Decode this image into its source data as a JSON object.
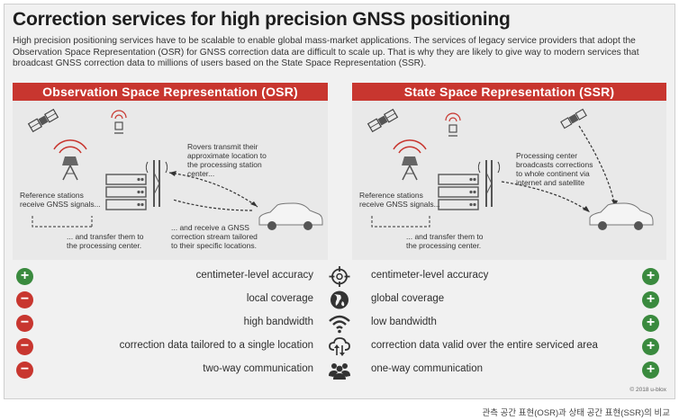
{
  "title": "Correction services for high precision GNSS positioning",
  "intro": "High precision positioning services have to be scalable to enable global mass-market applications. The services of legacy service providers that adopt the Observation Space Representation (OSR) for GNSS correction data are difficult to scale up. That is why they are likely to give way to modern services that broadcast GNSS correction data to millions of users based on the State Space Representation (SSR).",
  "osr": {
    "header": "Observation Space Representation (OSR)",
    "note_rovers": [
      "Rovers transmit their",
      "approximate location to",
      "the processing station",
      "center..."
    ],
    "note_reference": [
      "Reference stations",
      "receive GNSS signals..."
    ],
    "note_transfer": [
      "... and transfer them to",
      "the processing center."
    ],
    "note_receive": [
      "... and receive a GNSS",
      "correction stream tailored",
      "to their specific locations."
    ]
  },
  "ssr": {
    "header": "State Space Representation (SSR)",
    "note_processing": [
      "Processing center",
      "broadcasts corrections",
      "to whole continent via",
      "internet and satellite"
    ],
    "note_reference": [
      "Reference stations",
      "receive GNSS signals..."
    ],
    "note_transfer": [
      "... and transfer them to",
      "the processing center."
    ]
  },
  "comparison": [
    {
      "osr": "centimeter-level accuracy",
      "osr_sign": "+",
      "icon": "crosshair-icon",
      "ssr": "centimeter-level accuracy",
      "ssr_sign": "+"
    },
    {
      "osr": "local coverage",
      "osr_sign": "−",
      "icon": "globe-icon",
      "ssr": "global coverage",
      "ssr_sign": "+"
    },
    {
      "osr": "high bandwidth",
      "osr_sign": "−",
      "icon": "wifi-icon",
      "ssr": "low bandwidth",
      "ssr_sign": "+"
    },
    {
      "osr": "correction data tailored to a single location",
      "osr_sign": "−",
      "icon": "cloud-sync-icon",
      "ssr": "correction data valid over the entire serviced area",
      "ssr_sign": "+"
    },
    {
      "osr": "two-way communication",
      "osr_sign": "−",
      "icon": "people-icon",
      "ssr": "one-way communication",
      "ssr_sign": "+"
    }
  ],
  "copyright": "© 2018 u-blox",
  "caption": "관측 공간 표현(OSR)과 상태 공간 표현(SSR)의 비교",
  "colors": {
    "accent_red": "#c8362f",
    "plus_green": "#3a8a3e",
    "panel_bg": "#e9e9e9",
    "frame_bg": "#f1f1f1"
  }
}
